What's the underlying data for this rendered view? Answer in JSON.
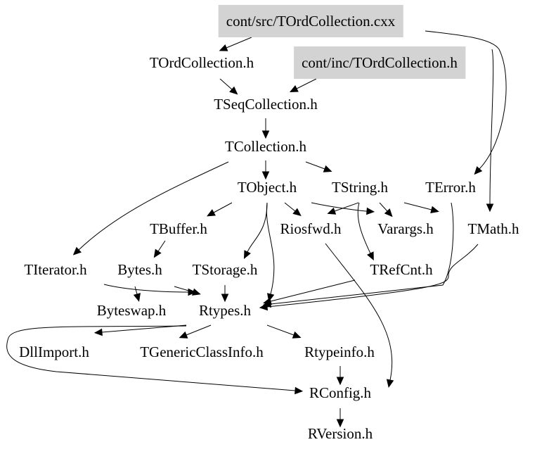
{
  "diagram": {
    "type": "include-dependency-graph",
    "highlight_color": "#d3d3d3",
    "nodes": [
      {
        "id": "src_cxx",
        "label": "cont/src/TOrdCollection.cxx",
        "highlighted": true
      },
      {
        "id": "tordcoll_h",
        "label": "TOrdCollection.h",
        "highlighted": false
      },
      {
        "id": "inc_h",
        "label": "cont/inc/TOrdCollection.h",
        "highlighted": true
      },
      {
        "id": "tseq",
        "label": "TSeqCollection.h",
        "highlighted": false
      },
      {
        "id": "tcoll",
        "label": "TCollection.h",
        "highlighted": false
      },
      {
        "id": "tobject",
        "label": "TObject.h",
        "highlighted": false
      },
      {
        "id": "tstring",
        "label": "TString.h",
        "highlighted": false
      },
      {
        "id": "terror",
        "label": "TError.h",
        "highlighted": false
      },
      {
        "id": "tbuffer",
        "label": "TBuffer.h",
        "highlighted": false
      },
      {
        "id": "riosfwd",
        "label": "Riosfwd.h",
        "highlighted": false
      },
      {
        "id": "varargs",
        "label": "Varargs.h",
        "highlighted": false
      },
      {
        "id": "tmath",
        "label": "TMath.h",
        "highlighted": false
      },
      {
        "id": "titerator",
        "label": "TIterator.h",
        "highlighted": false
      },
      {
        "id": "bytes",
        "label": "Bytes.h",
        "highlighted": false
      },
      {
        "id": "tstorage",
        "label": "TStorage.h",
        "highlighted": false
      },
      {
        "id": "trefcnt",
        "label": "TRefCnt.h",
        "highlighted": false
      },
      {
        "id": "byteswap",
        "label": "Byteswap.h",
        "highlighted": false
      },
      {
        "id": "rtypes",
        "label": "Rtypes.h",
        "highlighted": false
      },
      {
        "id": "dllimport",
        "label": "DllImport.h",
        "highlighted": false
      },
      {
        "id": "tgeneric",
        "label": "TGenericClassInfo.h",
        "highlighted": false
      },
      {
        "id": "rtypeinfo",
        "label": "Rtypeinfo.h",
        "highlighted": false
      },
      {
        "id": "rconfig",
        "label": "RConfig.h",
        "highlighted": false
      },
      {
        "id": "rversion",
        "label": "RVersion.h",
        "highlighted": false
      }
    ],
    "edges": [
      [
        "src_cxx",
        "tordcoll_h"
      ],
      [
        "src_cxx",
        "terror"
      ],
      [
        "src_cxx",
        "tmath"
      ],
      [
        "tordcoll_h",
        "tseq"
      ],
      [
        "inc_h",
        "tseq"
      ],
      [
        "tseq",
        "tcoll"
      ],
      [
        "tcoll",
        "tobject"
      ],
      [
        "tcoll",
        "tstring"
      ],
      [
        "tcoll",
        "titerator"
      ],
      [
        "tobject",
        "tbuffer"
      ],
      [
        "tobject",
        "riosfwd"
      ],
      [
        "tobject",
        "varargs"
      ],
      [
        "tobject",
        "tstorage"
      ],
      [
        "tobject",
        "rtypes"
      ],
      [
        "tstring",
        "riosfwd"
      ],
      [
        "tstring",
        "varargs"
      ],
      [
        "tstring",
        "trefcnt"
      ],
      [
        "tstring",
        "tmath"
      ],
      [
        "tstring",
        "rtypes"
      ],
      [
        "tbuffer",
        "bytes"
      ],
      [
        "titerator",
        "rtypes"
      ],
      [
        "bytes",
        "byteswap"
      ],
      [
        "bytes",
        "rtypes"
      ],
      [
        "tstorage",
        "rtypes"
      ],
      [
        "trefcnt",
        "rtypes"
      ],
      [
        "tmath",
        "rtypes"
      ],
      [
        "riosfwd",
        "rconfig"
      ],
      [
        "rtypes",
        "dllimport"
      ],
      [
        "rtypes",
        "tgeneric"
      ],
      [
        "rtypes",
        "rtypeinfo"
      ],
      [
        "rtypes",
        "rconfig"
      ],
      [
        "rtypeinfo",
        "rconfig"
      ],
      [
        "rconfig",
        "rversion"
      ]
    ]
  }
}
